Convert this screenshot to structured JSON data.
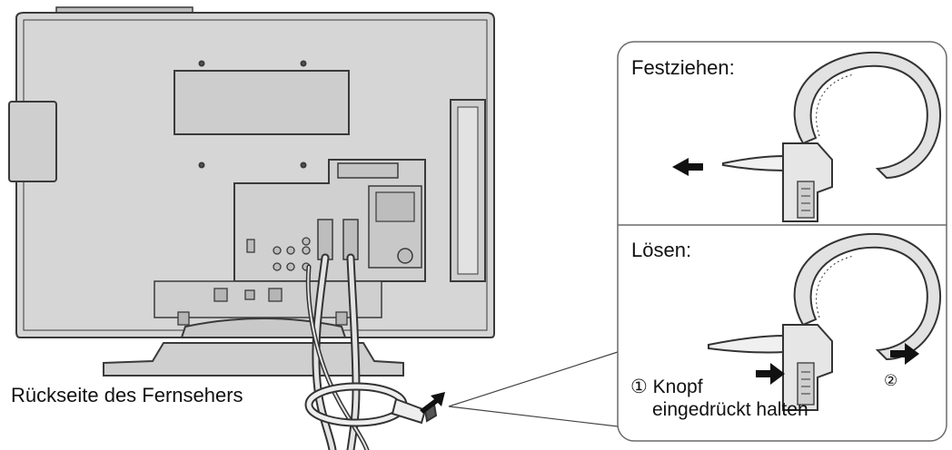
{
  "labels": {
    "back_of_tv": "Rückseite des Fernsehers",
    "tighten": "Festziehen:",
    "release": "Lösen:",
    "step1_line1": "① Knopf",
    "step1_line2": "eingedrückt halten",
    "step2": "②"
  },
  "colors": {
    "tv_body": "#d6d6d6",
    "outline": "#3a3a3a",
    "panel_border": "#6a6a6a",
    "arrow": "#111111"
  }
}
